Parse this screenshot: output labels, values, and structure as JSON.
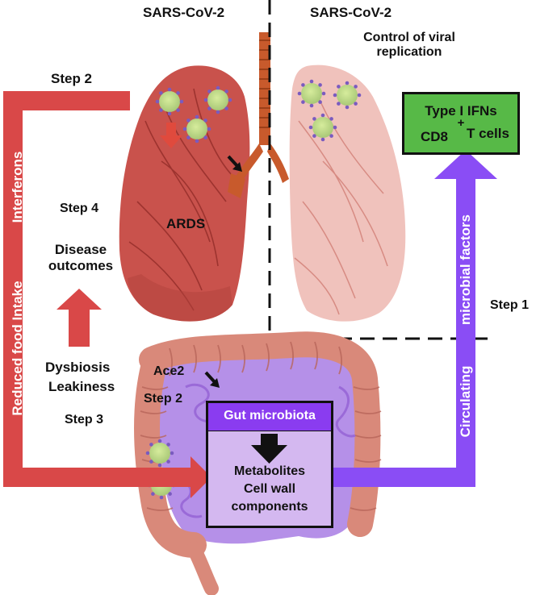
{
  "labels": {
    "sars_left": "SARS-CoV-2",
    "sars_right": "SARS-CoV-2",
    "control_line1": "Control of viral",
    "control_line2": "replication",
    "step2_top": "Step 2",
    "step4": "Step 4",
    "ards": "ARDS",
    "disease_line1": "Disease",
    "disease_line2": "outcomes",
    "step1": "Step 1",
    "dysbiosis": "Dysbiosis",
    "leakiness": "Leakiness",
    "ace2": "Ace2",
    "step2_gut": "Step 2",
    "step3": "Step 3",
    "interferons": "Interferons",
    "reduced_food": "Reduced food Intake",
    "circulating": "Circulating",
    "microbial_factors": "microbial  factors"
  },
  "ifn_box": {
    "line1": "Type I IFNs",
    "plus": "+",
    "cd8": "CD8",
    "tcells": "T cells"
  },
  "gut_box": {
    "header": "Gut microbiota",
    "metabolites": "Metabolites",
    "cell_wall": "Cell wall",
    "components": "components"
  },
  "colors": {
    "red_arrow": "#d94848",
    "purple_arrow": "#8a4df5",
    "ifn_box": "#57b947",
    "gut_header": "#8a3cf0",
    "gut_body": "#d4b8f0",
    "lung_left": "#c9524c",
    "lung_right": "#f0c2bc",
    "intestine": "#d98c78",
    "virus": "#bcd98a"
  },
  "icons": [
    "virus-icon",
    "lung-icon",
    "intestine-icon",
    "trachea-icon",
    "down-arrow-icon"
  ]
}
